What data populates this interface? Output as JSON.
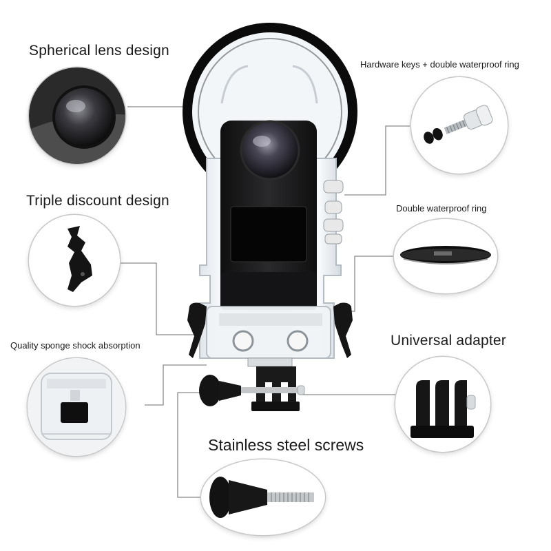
{
  "features": {
    "spherical_lens": "Spherical lens design",
    "hardware_keys": "Hardware keys + double waterproof ring",
    "triple_discount": "Triple discount design",
    "double_ring": "Double waterproof ring",
    "sponge": "Quality sponge shock absorption",
    "adapter": "Universal adapter",
    "screws": "Stainless steel screws"
  }
}
